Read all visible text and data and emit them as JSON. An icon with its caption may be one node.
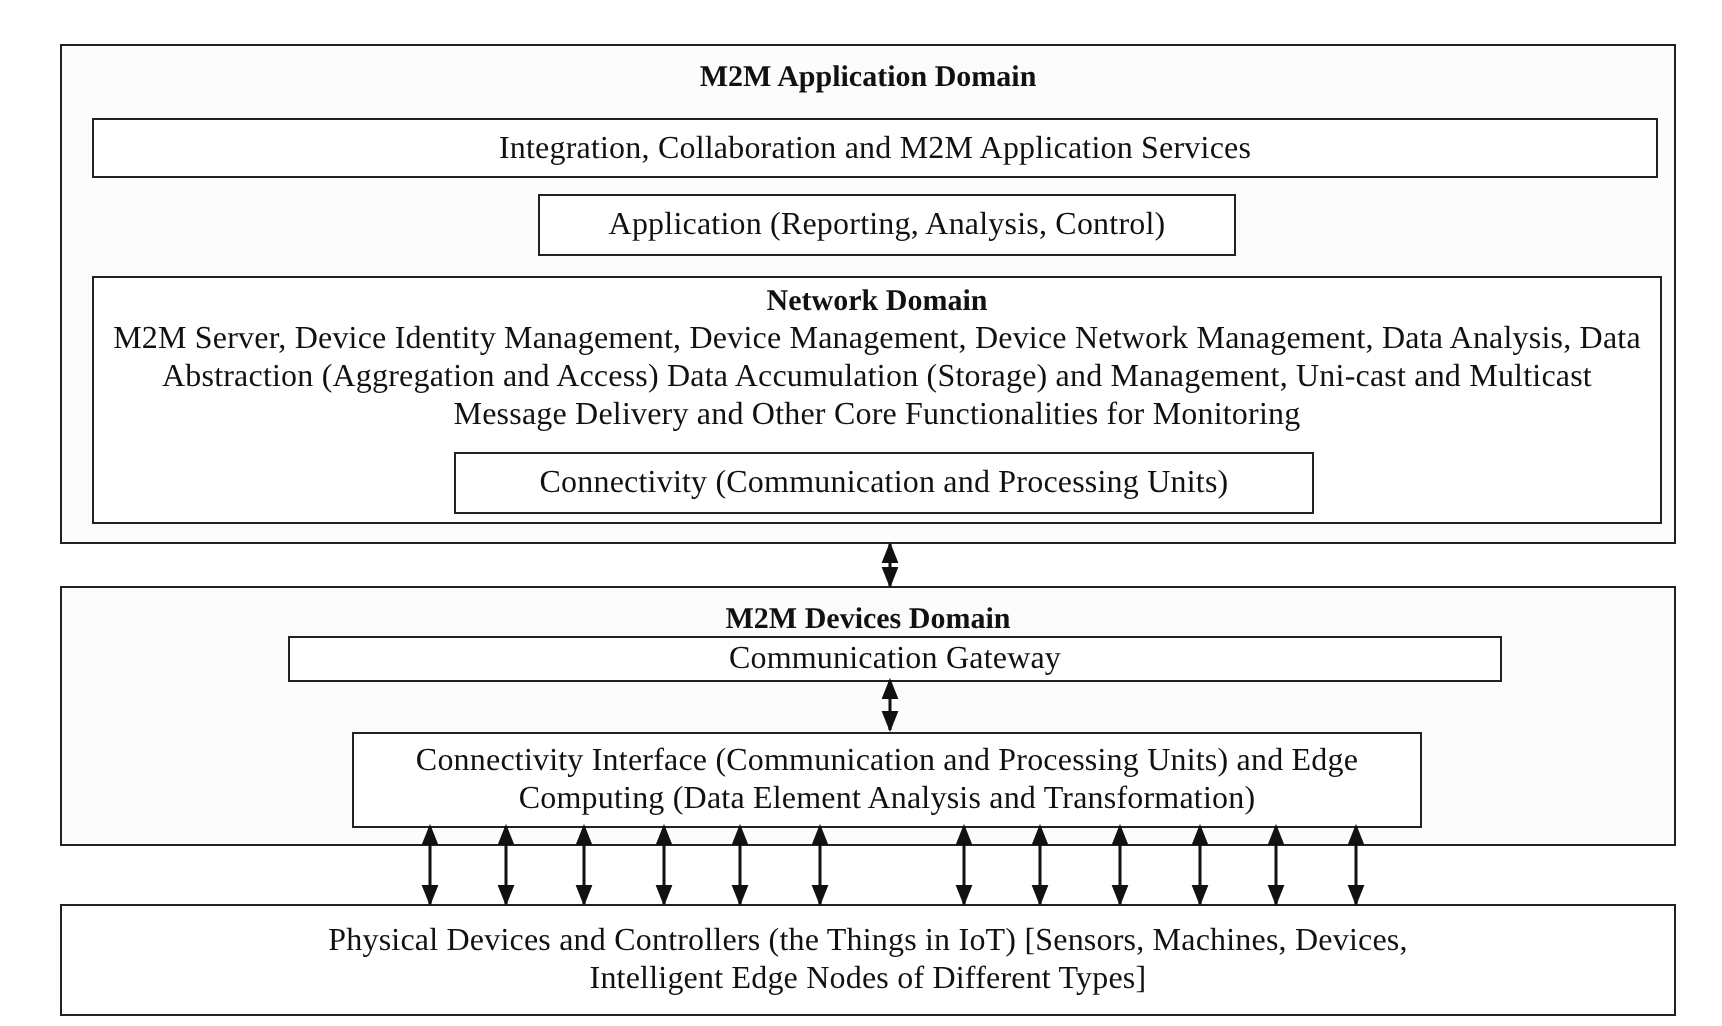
{
  "diagram": {
    "nodes": [
      {
        "text": [
          "M2M Application Domain"
        ]
      },
      {
        "text": [
          "Integration, Collaboration and M2M Application Services"
        ],
        "in": 0
      },
      {
        "text": [
          "Application (Reporting, Analysis, Control)"
        ],
        "in": 0
      },
      {
        "text": [
          "Network Domain",
          "M2M Server, Device Identity Management, Device Management, Device Network Management, Data Analysis, Data Abstraction (Aggregation and Access) Data Accumulation (Storage) and Management, Uni-cast and Multicast Message Delivery and Other Core Functionalities for Monitoring"
        ],
        "in": 0
      },
      {
        "text": [
          "Connectivity (Communication and Processing Units)"
        ],
        "in": 3
      },
      {
        "text": [
          "M2M Devices Domain"
        ]
      },
      {
        "text": [
          "Communication Gateway"
        ],
        "in": 5
      },
      {
        "text": [
          "Connectivity Interface (Communication and Processing Units) and Edge Computing (Data Element Analysis and Transformation)"
        ],
        "in": 5
      },
      {
        "text": [
          "Physical Devices and Controllers (the Things in IoT) [Sensors, Machines, Devices, Intelligent Edge Nodes of Different Types]"
        ]
      }
    ],
    "edges": [
      {
        "from": 0,
        "to": 5,
        "arrow": "both"
      },
      {
        "from": 6,
        "to": 7,
        "arrow": "both"
      },
      {
        "from": 7,
        "to": 8,
        "arrow": "both"
      },
      {
        "from": 7,
        "to": 8,
        "arrow": "both"
      },
      {
        "from": 7,
        "to": 8,
        "arrow": "both"
      },
      {
        "from": 7,
        "to": 8,
        "arrow": "both"
      },
      {
        "from": 7,
        "to": 8,
        "arrow": "both"
      },
      {
        "from": 7,
        "to": 8,
        "arrow": "both"
      },
      {
        "from": 7,
        "to": 8,
        "arrow": "both"
      },
      {
        "from": 7,
        "to": 8,
        "arrow": "both"
      },
      {
        "from": 7,
        "to": 8,
        "arrow": "both"
      },
      {
        "from": 7,
        "to": 8,
        "arrow": "both"
      },
      {
        "from": 7,
        "to": 8,
        "arrow": "both"
      },
      {
        "from": 7,
        "to": 8,
        "arrow": "both"
      }
    ]
  }
}
